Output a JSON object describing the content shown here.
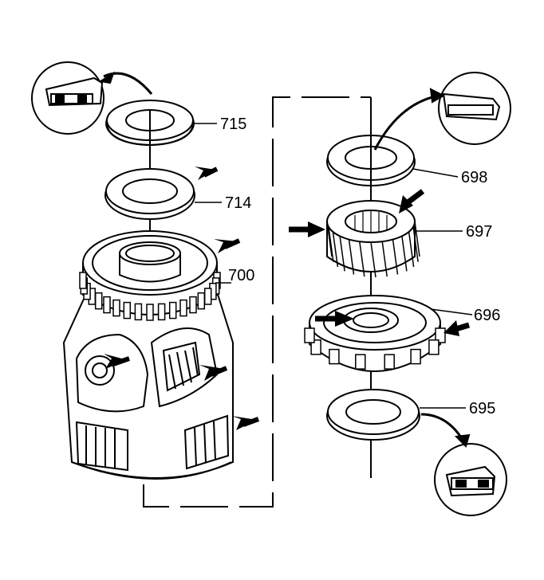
{
  "labels": {
    "p715": "715",
    "p714": "714",
    "p700": "700",
    "p698": "698",
    "p697": "697",
    "p696": "696",
    "p695": "695"
  }
}
